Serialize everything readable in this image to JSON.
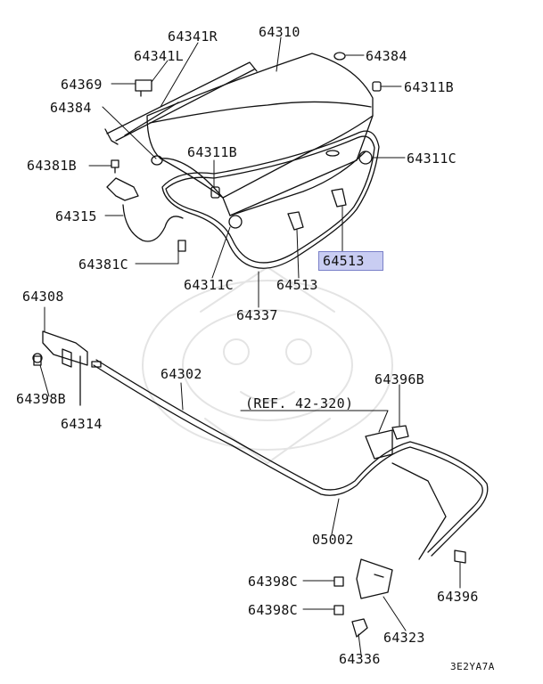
{
  "labels": {
    "p64341R": "64341R",
    "p64310": "64310",
    "p64341L": "64341L",
    "p64384_top": "64384",
    "p64369": "64369",
    "p64311B_top": "64311B",
    "p64384_left": "64384",
    "p64311B_mid": "64311B",
    "p64311C_right": "64311C",
    "p64381B": "64381B",
    "p64315": "64315",
    "p64513_hl": "64513",
    "p64381C": "64381C",
    "p64311C_bottom": "64311C",
    "p64513": "64513",
    "p64337": "64337",
    "p64308": "64308",
    "p64302": "64302",
    "p64396B": "64396B",
    "ref": "(REF. 42-320)",
    "p64398B": "64398B",
    "p64314": "64314",
    "p05002": "05002",
    "p64398C_1": "64398C",
    "p64396": "64396",
    "p64398C_2": "64398C",
    "p64323": "64323",
    "p64336": "64336"
  },
  "diagram_code": "3E2YA7A",
  "highlight_color": "#c9cdf2"
}
